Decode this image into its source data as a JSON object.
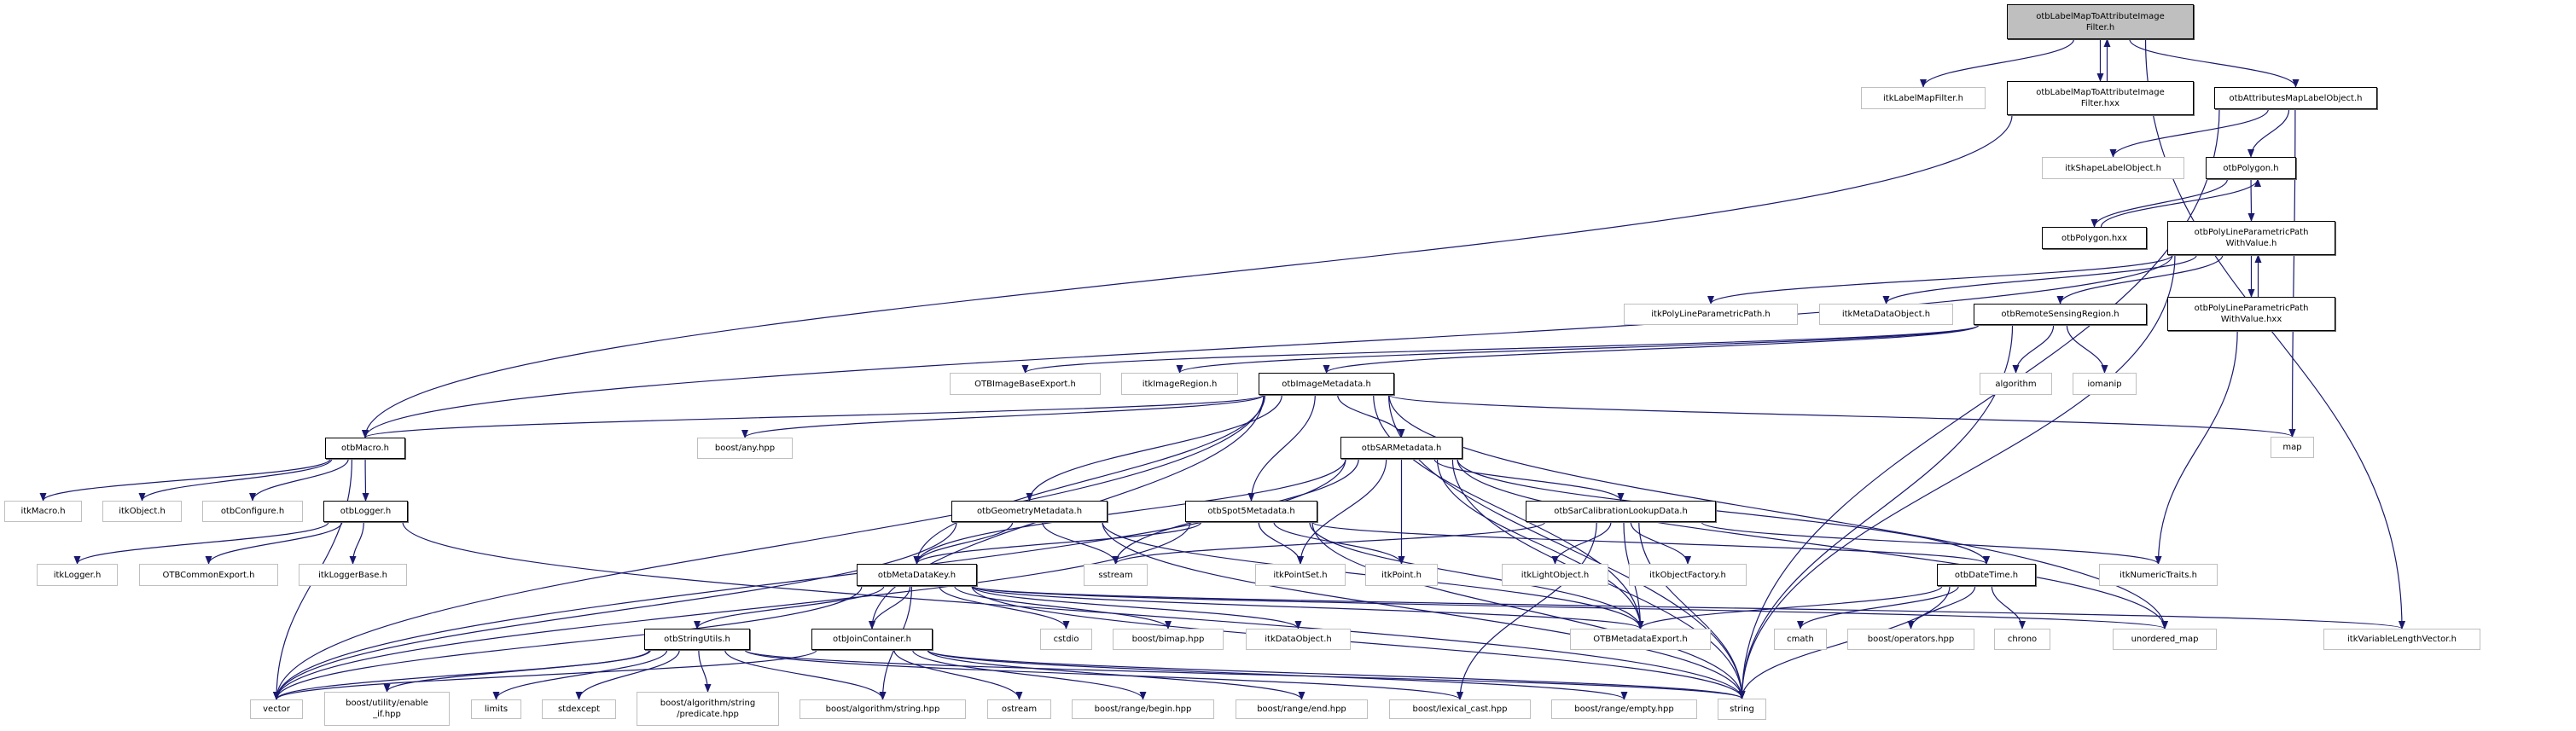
{
  "colors": {
    "edge": "#191970",
    "root_fill": "#bfbfbf",
    "documented_border": "#000000",
    "external_border": "#bfbfbf"
  },
  "nodes": [
    {
      "label": "otbLabelMapToAttributeImage\nFilter.h",
      "kind": "root"
    },
    {
      "label": "itkLabelMapFilter.h",
      "kind": "ext"
    },
    {
      "label": "otbLabelMapToAttributeImage\nFilter.hxx",
      "kind": "doc"
    },
    {
      "label": "otbAttributesMapLabelObject.h",
      "kind": "doc"
    },
    {
      "label": "itkShapeLabelObject.h",
      "kind": "ext"
    },
    {
      "label": "otbPolygon.h",
      "kind": "doc"
    },
    {
      "label": "otbPolygon.hxx",
      "kind": "doc"
    },
    {
      "label": "otbPolyLineParametricPath\nWithValue.h",
      "kind": "doc"
    },
    {
      "label": "itkPolyLineParametricPath.h",
      "kind": "ext"
    },
    {
      "label": "itkMetaDataObject.h",
      "kind": "ext"
    },
    {
      "label": "otbRemoteSensingRegion.h",
      "kind": "doc"
    },
    {
      "label": "otbPolyLineParametricPath\nWithValue.hxx",
      "kind": "doc"
    },
    {
      "label": "OTBImageBaseExport.h",
      "kind": "ext"
    },
    {
      "label": "itkImageRegion.h",
      "kind": "ext"
    },
    {
      "label": "otbImageMetadata.h",
      "kind": "doc"
    },
    {
      "label": "algorithm",
      "kind": "ext"
    },
    {
      "label": "iomanip",
      "kind": "ext"
    },
    {
      "label": "otbMacro.h",
      "kind": "doc"
    },
    {
      "label": "boost/any.hpp",
      "kind": "ext"
    },
    {
      "label": "otbSARMetadata.h",
      "kind": "doc"
    },
    {
      "label": "map",
      "kind": "ext"
    },
    {
      "label": "itkMacro.h",
      "kind": "ext"
    },
    {
      "label": "itkObject.h",
      "kind": "ext"
    },
    {
      "label": "otbConfigure.h",
      "kind": "ext"
    },
    {
      "label": "otbLogger.h",
      "kind": "doc"
    },
    {
      "label": "otbGeometryMetadata.h",
      "kind": "doc"
    },
    {
      "label": "otbSpot5Metadata.h",
      "kind": "doc"
    },
    {
      "label": "otbSarCalibrationLookupData.h",
      "kind": "doc"
    },
    {
      "label": "itkLogger.h",
      "kind": "ext"
    },
    {
      "label": "OTBCommonExport.h",
      "kind": "ext"
    },
    {
      "label": "itkLoggerBase.h",
      "kind": "ext"
    },
    {
      "label": "otbMetaDataKey.h",
      "kind": "doc"
    },
    {
      "label": "sstream",
      "kind": "ext"
    },
    {
      "label": "itkPointSet.h",
      "kind": "ext"
    },
    {
      "label": "itkPoint.h",
      "kind": "ext"
    },
    {
      "label": "itkLightObject.h",
      "kind": "ext"
    },
    {
      "label": "itkObjectFactory.h",
      "kind": "ext"
    },
    {
      "label": "otbDateTime.h",
      "kind": "doc"
    },
    {
      "label": "itkNumericTraits.h",
      "kind": "ext"
    },
    {
      "label": "otbStringUtils.h",
      "kind": "doc"
    },
    {
      "label": "otbJoinContainer.h",
      "kind": "doc"
    },
    {
      "label": "cstdio",
      "kind": "ext"
    },
    {
      "label": "boost/bimap.hpp",
      "kind": "ext"
    },
    {
      "label": "itkDataObject.h",
      "kind": "ext"
    },
    {
      "label": "OTBMetadataExport.h",
      "kind": "ext"
    },
    {
      "label": "cmath",
      "kind": "ext"
    },
    {
      "label": "boost/operators.hpp",
      "kind": "ext"
    },
    {
      "label": "chrono",
      "kind": "ext"
    },
    {
      "label": "unordered_map",
      "kind": "ext"
    },
    {
      "label": "itkVariableLengthVector.h",
      "kind": "ext"
    },
    {
      "label": "vector",
      "kind": "ext"
    },
    {
      "label": "boost/utility/enable\n_if.hpp",
      "kind": "ext"
    },
    {
      "label": "limits",
      "kind": "ext"
    },
    {
      "label": "stdexcept",
      "kind": "ext"
    },
    {
      "label": "boost/algorithm/string\n/predicate.hpp",
      "kind": "ext"
    },
    {
      "label": "boost/algorithm/string.hpp",
      "kind": "ext"
    },
    {
      "label": "ostream",
      "kind": "ext"
    },
    {
      "label": "boost/range/begin.hpp",
      "kind": "ext"
    },
    {
      "label": "boost/range/end.hpp",
      "kind": "ext"
    },
    {
      "label": "boost/lexical_cast.hpp",
      "kind": "ext"
    },
    {
      "label": "boost/range/empty.hpp",
      "kind": "ext"
    },
    {
      "label": "string",
      "kind": "ext"
    }
  ],
  "edges": [
    [
      0,
      1
    ],
    [
      0,
      2
    ],
    [
      2,
      0
    ],
    [
      0,
      3
    ],
    [
      0,
      49
    ],
    [
      2,
      17
    ],
    [
      3,
      4
    ],
    [
      3,
      5
    ],
    [
      3,
      20
    ],
    [
      3,
      61
    ],
    [
      5,
      6
    ],
    [
      6,
      5
    ],
    [
      5,
      7
    ],
    [
      7,
      8
    ],
    [
      7,
      9
    ],
    [
      7,
      10
    ],
    [
      7,
      11
    ],
    [
      11,
      7
    ],
    [
      7,
      61
    ],
    [
      7,
      17
    ],
    [
      11,
      38
    ],
    [
      10,
      12
    ],
    [
      10,
      13
    ],
    [
      10,
      14
    ],
    [
      10,
      15
    ],
    [
      10,
      16
    ],
    [
      10,
      61
    ],
    [
      14,
      17
    ],
    [
      14,
      50
    ],
    [
      14,
      18
    ],
    [
      14,
      20
    ],
    [
      14,
      19
    ],
    [
      14,
      25
    ],
    [
      14,
      26
    ],
    [
      14,
      31
    ],
    [
      14,
      44
    ],
    [
      14,
      48
    ],
    [
      14,
      61
    ],
    [
      14,
      40
    ],
    [
      19,
      31
    ],
    [
      19,
      32
    ],
    [
      19,
      33
    ],
    [
      19,
      34
    ],
    [
      19,
      27
    ],
    [
      19,
      37
    ],
    [
      19,
      44
    ],
    [
      19,
      48
    ],
    [
      19,
      61
    ],
    [
      19,
      50
    ],
    [
      25,
      31
    ],
    [
      25,
      32
    ],
    [
      25,
      50
    ],
    [
      25,
      44
    ],
    [
      25,
      61
    ],
    [
      26,
      31
    ],
    [
      26,
      33
    ],
    [
      26,
      34
    ],
    [
      26,
      44
    ],
    [
      26,
      61
    ],
    [
      26,
      50
    ],
    [
      26,
      37
    ],
    [
      27,
      35
    ],
    [
      27,
      36
    ],
    [
      27,
      44
    ],
    [
      27,
      61
    ],
    [
      27,
      59
    ],
    [
      27,
      32
    ],
    [
      27,
      38
    ],
    [
      31,
      39
    ],
    [
      31,
      40
    ],
    [
      31,
      41
    ],
    [
      31,
      42
    ],
    [
      31,
      43
    ],
    [
      31,
      44
    ],
    [
      31,
      50
    ],
    [
      31,
      61
    ],
    [
      31,
      55
    ],
    [
      31,
      49
    ],
    [
      31,
      48
    ],
    [
      37,
      45
    ],
    [
      37,
      46
    ],
    [
      37,
      47
    ],
    [
      37,
      61
    ],
    [
      37,
      44
    ],
    [
      39,
      50
    ],
    [
      39,
      51
    ],
    [
      39,
      52
    ],
    [
      39,
      53
    ],
    [
      39,
      54
    ],
    [
      39,
      55
    ],
    [
      39,
      59
    ],
    [
      39,
      61
    ],
    [
      40,
      56
    ],
    [
      40,
      57
    ],
    [
      40,
      58
    ],
    [
      40,
      60
    ],
    [
      40,
      61
    ],
    [
      40,
      50
    ],
    [
      17,
      21
    ],
    [
      17,
      22
    ],
    [
      17,
      23
    ],
    [
      17,
      24
    ],
    [
      17,
      50
    ],
    [
      24,
      28
    ],
    [
      24,
      29
    ],
    [
      24,
      30
    ],
    [
      24,
      61
    ]
  ]
}
